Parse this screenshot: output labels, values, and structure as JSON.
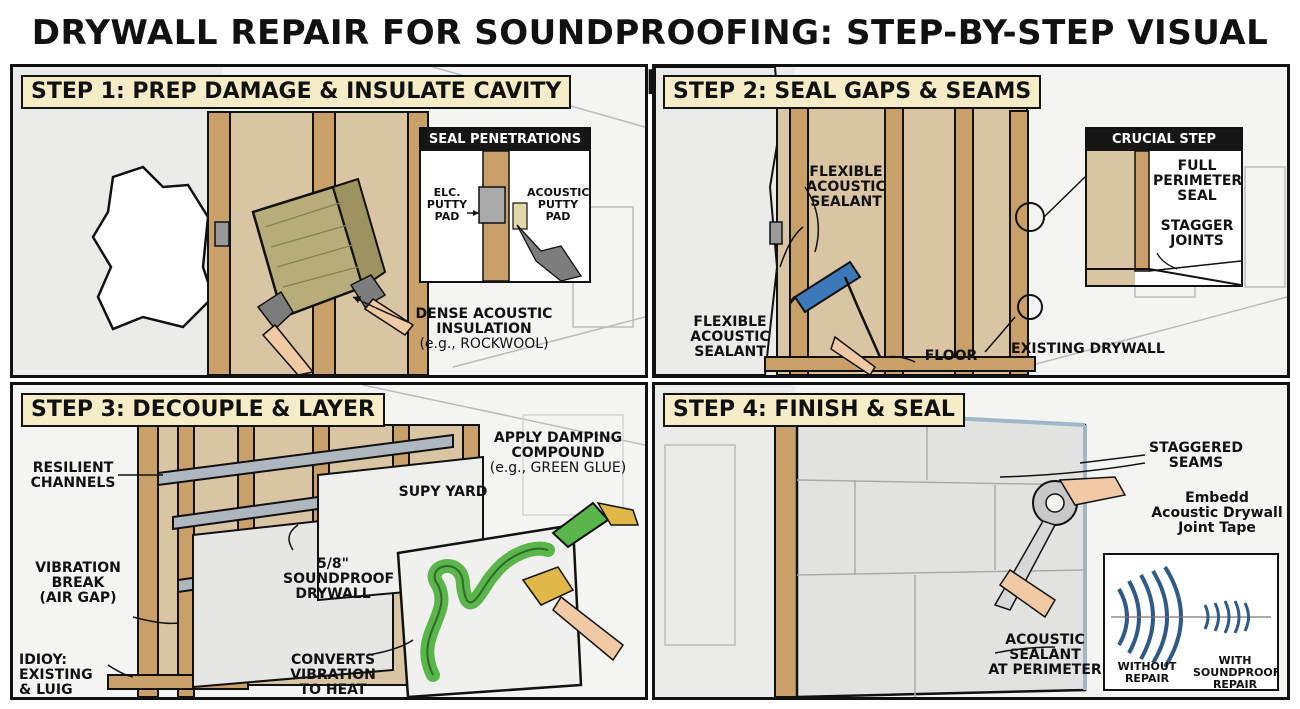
{
  "title": "DRYWALL REPAIR FOR SOUNDPROOFING: STEP-BY-STEP VISUAL GUIDE",
  "steps": [
    {
      "label": "STEP 1: PREP DAMAGE & INSULATE CAVITY",
      "inset_title": "SEAL PENETRATIONS",
      "inset_left": [
        "ELC.",
        "PUTTY",
        "PAD"
      ],
      "inset_right": [
        "ACOUSTIC",
        "PUTTY",
        "PAD"
      ],
      "insulation": [
        "DENSE ACOUSTIC",
        "INSULATION"
      ],
      "insulation_sub": "(e.g., ROCKWOOL)"
    },
    {
      "label": "STEP 2: SEAL GAPS & SEAMS",
      "sealant_top": [
        "FLEXIBLE",
        "ACOUSTIC",
        "SEALANT"
      ],
      "sealant_bottom": [
        "FLEXIBLE",
        "ACOUSTIC",
        "SEALANT"
      ],
      "floor": "FLOOR",
      "existing": "EXISTING DRYWALL",
      "inset_title": "CRUCIAL STEP",
      "inset_seal": [
        "FULL",
        "PERIMETER",
        "SEAL"
      ],
      "inset_joints": [
        "STAGGER",
        "JOINTS"
      ]
    },
    {
      "label": "STEP 3: DECOUPLE & LAYER",
      "channels": [
        "RESILIENT",
        "CHANNELS"
      ],
      "board_text": "SUPY YARD",
      "damping": [
        "APPLY DAMPING",
        "COMPOUND"
      ],
      "damping_sub": "(e.g., GREEN GLUE)",
      "vibration": [
        "VIBRATION",
        "BREAK",
        "(AIR GAP)"
      ],
      "drywall": [
        "5/8\"",
        "SOUNDPROOF",
        "DRYWALL"
      ],
      "existing": [
        "IDIOY:",
        "EXISTING",
        "& LUIG"
      ],
      "converts": [
        "CONVERTS",
        "VIBRATION",
        "TO HEAT"
      ]
    },
    {
      "label": "STEP 4: FINISH & SEAL",
      "seams": [
        "STAGGERED",
        "SEAMS"
      ],
      "tape": [
        "Embedd",
        "Acoustic Drywall",
        "Joint Tape"
      ],
      "acoustic": [
        "ACOUSTIC",
        "SEALANT",
        "AT PERIMETER"
      ],
      "without": [
        "WITHOUT",
        "REPAIR"
      ],
      "with": [
        "WITH",
        "SOUNDPROOF",
        "REPAIR"
      ]
    }
  ],
  "colors": {
    "stud": "#c9a06a",
    "insulation": "#b7ad7a",
    "label_bg": "#f7ecc8",
    "glue": "#5ab54a",
    "glove": "#e0b84a",
    "sound_wave": "#2f5a86"
  }
}
